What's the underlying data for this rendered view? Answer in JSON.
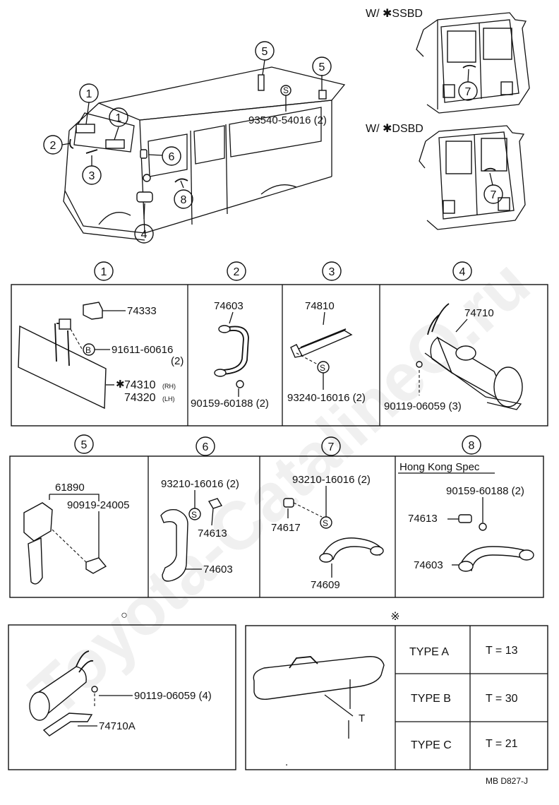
{
  "header": {
    "ssbd_label": "W/ ✱SSBD",
    "dsbd_label": "W/ ✱DSBD"
  },
  "callouts": {
    "c1": "1",
    "c2": "2",
    "c3": "3",
    "c4": "4",
    "c5": "5",
    "c6": "6",
    "c7": "7",
    "c8": "8"
  },
  "overview": {
    "screw_part": "93540-54016 (2)",
    "screw_symbol": "S"
  },
  "sections": {
    "s1": {
      "p1": "74333",
      "p2": "91611-60616",
      "p2_qty": "(2)",
      "p2_symbol": "B",
      "p3": "74310",
      "p3_sfx": "(RH)",
      "p4": "74320",
      "p4_sfx": "(LH)",
      "mark": "✱"
    },
    "s2": {
      "p1": "74603",
      "p2": "90159-60188 (2)"
    },
    "s3": {
      "p1": "74810",
      "p2": "93240-16016 (2)",
      "symbol": "S"
    },
    "s4": {
      "p1": "74710",
      "p2": "90119-06059 (3)"
    },
    "s5": {
      "p1": "61890",
      "p2": "90919-24005"
    },
    "s6": {
      "p1": "93210-16016 (2)",
      "p2": "74613",
      "p3": "74603",
      "symbol": "S"
    },
    "s7": {
      "p1": "93210-16016 (2)",
      "p2": "74617",
      "p3": "74609",
      "symbol": "S"
    },
    "s8": {
      "title": "Hong Kong Spec",
      "p1": "90159-60188 (2)",
      "p2": "74613",
      "p3": "74603"
    }
  },
  "bottom_left": {
    "symbol": "○",
    "p1": "90119-06059 (4)",
    "p2": "74710A"
  },
  "bottom_right": {
    "symbol": "※",
    "t_label": "T",
    "rows": [
      {
        "type": "TYPE A",
        "value": "T = 13"
      },
      {
        "type": "TYPE B",
        "value": "T = 30"
      },
      {
        "type": "TYPE C",
        "value": "T = 21"
      }
    ]
  },
  "footer": {
    "code": "MB D827-J"
  },
  "watermark": "Toyota-CatalineQ.ru"
}
